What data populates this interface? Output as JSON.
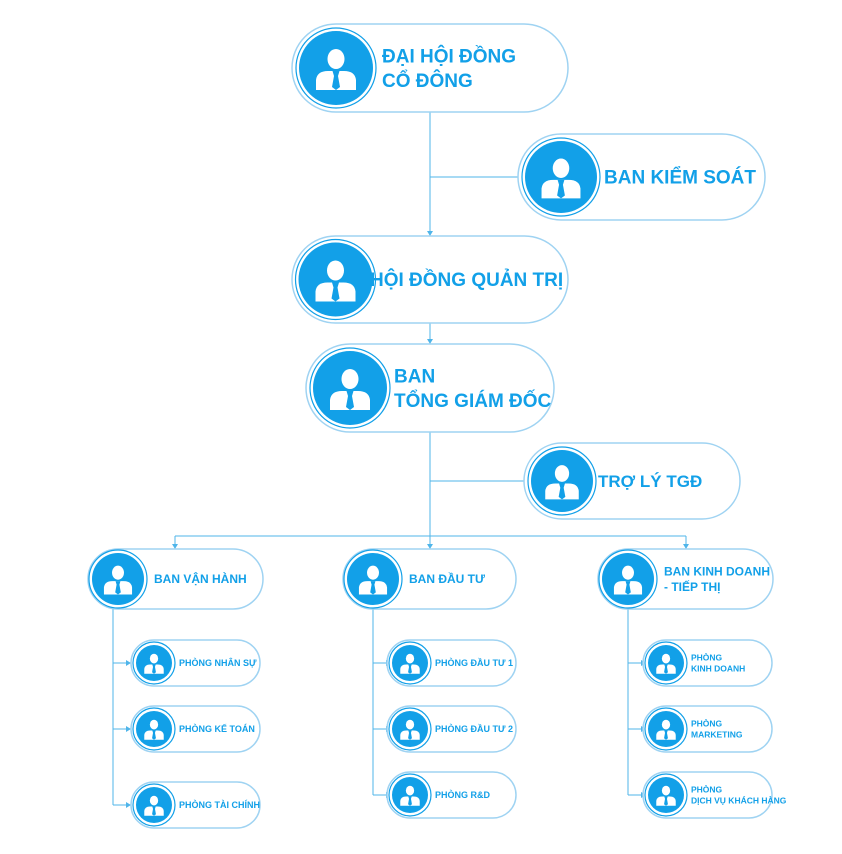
{
  "colors": {
    "accent": "#12a0e8",
    "line": "#4fb5ea",
    "border": "#9fd3f2",
    "background": "#ffffff",
    "icon_fg": "#ffffff"
  },
  "icon": "person-icon",
  "nodes": {
    "dai_hoi_dong_co_dong": {
      "lines": [
        "ĐẠI HỘI ĐỒNG",
        "CỔ ĐÔNG"
      ]
    },
    "ban_kiem_soat": {
      "lines": [
        "BAN KIỂM SOÁT"
      ]
    },
    "hoi_dong_quan_tri": {
      "lines": [
        "HỘI ĐỒNG QUẢN TRỊ"
      ]
    },
    "ban_tong_giam_doc": {
      "lines": [
        "BAN",
        "TỔNG GIÁM ĐỐC"
      ]
    },
    "tro_ly_tgd": {
      "lines": [
        "TRỢ LÝ TGĐ"
      ]
    },
    "ban_van_hanh": {
      "lines": [
        "BAN VẬN HÀNH"
      ]
    },
    "ban_dau_tu": {
      "lines": [
        "BAN ĐẦU TƯ"
      ]
    },
    "ban_kinh_doanh": {
      "lines": [
        "BAN KINH DOANH",
        "- TIẾP THỊ"
      ]
    },
    "phong_nhan_su": {
      "lines": [
        "PHÒNG NHÂN SỰ"
      ]
    },
    "phong_ke_toan": {
      "lines": [
        "PHÒNG KẾ TOÁN"
      ]
    },
    "phong_tai_chinh": {
      "lines": [
        "PHÒNG TÀI CHÍNH"
      ]
    },
    "phong_dau_tu_1": {
      "lines": [
        "PHÒNG ĐẦU TƯ 1"
      ]
    },
    "phong_dau_tu_2": {
      "lines": [
        "PHÒNG ĐẦU TƯ 2"
      ]
    },
    "phong_rd": {
      "lines": [
        "PHÒNG R&D"
      ]
    },
    "phong_kinh_doanh": {
      "lines": [
        "PHÒNG",
        "KINH DOANH"
      ]
    },
    "phong_marketing": {
      "lines": [
        "PHÒNG",
        "MARKETING"
      ]
    },
    "phong_dich_vu": {
      "lines": [
        "PHÒNG",
        "DỊCH VỤ KHÁCH HÀNG"
      ]
    }
  }
}
